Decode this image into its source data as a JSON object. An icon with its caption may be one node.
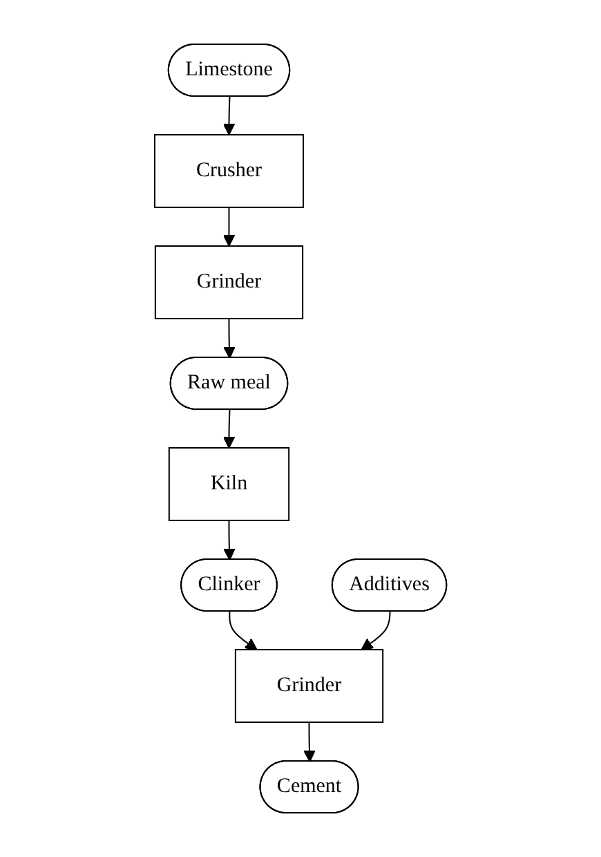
{
  "diagram": {
    "nodes": [
      {
        "text": [
          "Limestone"
        ]
      },
      {
        "text": [
          "Crusher"
        ]
      },
      {
        "text": [
          "Grinder"
        ]
      },
      {
        "text": [
          "Raw meal"
        ]
      },
      {
        "text": [
          "Kiln"
        ]
      },
      {
        "text": [
          "Clinker"
        ]
      },
      {
        "text": [
          "Additives"
        ]
      },
      {
        "text": [
          "Grinder"
        ]
      },
      {
        "text": [
          "Cement"
        ]
      }
    ],
    "edges": [
      {
        "from": 0,
        "to": 1,
        "arrow": "to"
      },
      {
        "from": 1,
        "to": 2,
        "arrow": "to"
      },
      {
        "from": 2,
        "to": 3,
        "arrow": "to"
      },
      {
        "from": 3,
        "to": 4,
        "arrow": "to"
      },
      {
        "from": 4,
        "to": 5,
        "arrow": "to"
      },
      {
        "from": 5,
        "to": 7,
        "arrow": "to"
      },
      {
        "from": 6,
        "to": 7,
        "arrow": "to"
      },
      {
        "from": 7,
        "to": 8,
        "arrow": "to"
      }
    ]
  }
}
